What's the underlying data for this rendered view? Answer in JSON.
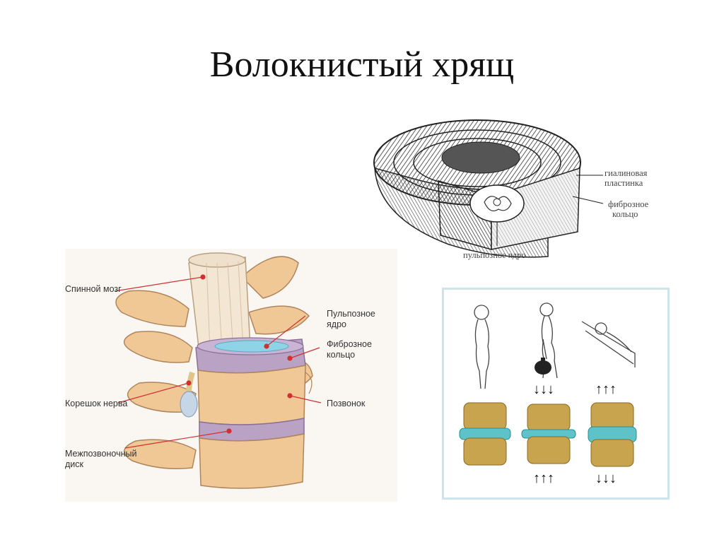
{
  "slide": {
    "title": "Волокнистый хрящ"
  },
  "disc_figure": {
    "labels": {
      "hyaline_line1": "гиалиновая",
      "hyaline_line2": "пластинка",
      "fibrous_line1": "фиброзное",
      "fibrous_line2": "кольцо",
      "nucleus": "пульпозное ядро"
    }
  },
  "spine_figure": {
    "labels": {
      "spinal_cord": "Спинной мозг",
      "nucleus_line1": "Пульпозное",
      "nucleus_line2": "ядро",
      "fibrous_line1": "Фиброзное",
      "fibrous_line2": "кольцо",
      "nerve_root": "Корешок нерва",
      "vertebra": "Позвонок",
      "disc_line1": "Межпозвоночный",
      "disc_line2": "диск"
    },
    "colors": {
      "bone": "#f0c896",
      "disc_ring": "#b9a2c4",
      "nucleus": "#8fd3e6",
      "leader": "#d03030"
    }
  },
  "posture_figure": {
    "arrows_top": [
      "↓↓↓",
      "↑↑↑"
    ],
    "arrows_bottom": [
      "↑↑↑",
      "↓↓↓"
    ]
  }
}
